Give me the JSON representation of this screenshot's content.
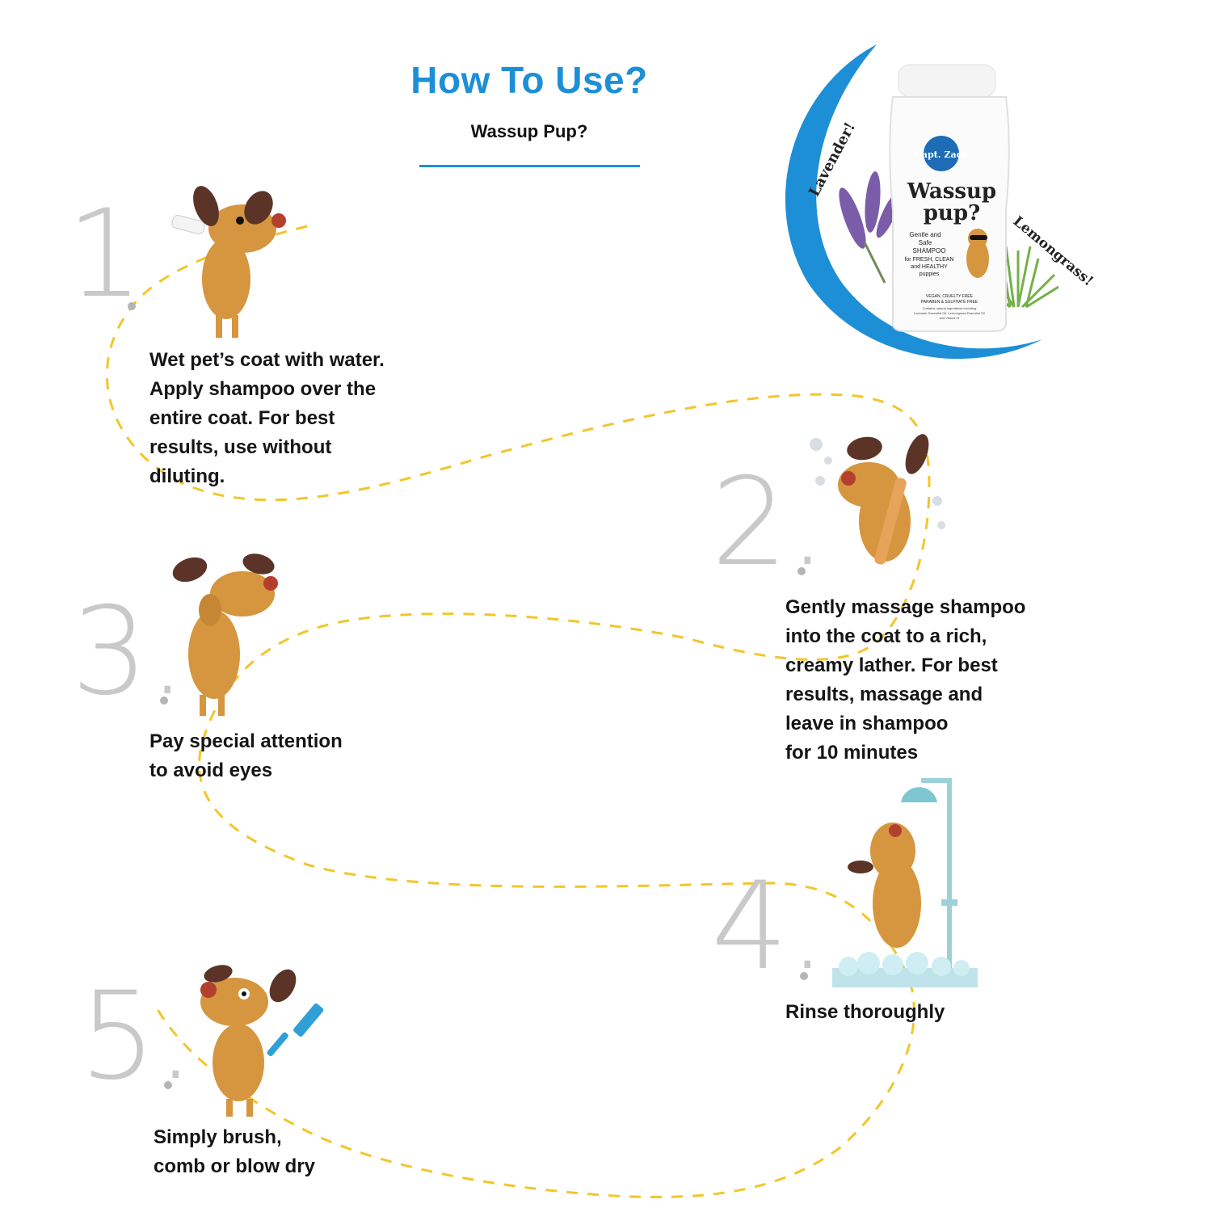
{
  "header": {
    "title": "How To Use?",
    "subtitle": "Wassup Pup?"
  },
  "product": {
    "brand": "Capt. Zack",
    "name_line1": "Wassup",
    "name_line2": "pup?",
    "desc_line1": "Gentle and",
    "desc_line2": "Safe",
    "desc_line3": "SHAMPOO",
    "desc_line4": "for FRESH, CLEAN",
    "desc_line5": "and HEALTHY",
    "desc_line6": "puppies",
    "claims_line1": "VEGAN, CRUELTY FREE",
    "claims_line2": "PARABEN & SULPHATE FREE",
    "ingredients_line1": "Contains natural ingredients including",
    "ingredients_line2": "Lavender Essential Oil, Lemongrass Essential Oil",
    "ingredients_line3": "and Vitamin E",
    "lavender_label": "Lavender!",
    "lemongrass_label": "Lemongrass!"
  },
  "steps": [
    {
      "number": "1",
      "text": "Wet pet’s coat with water.\nApply shampoo over the\nentire coat. For best\nresults, use without\ndiluting."
    },
    {
      "number": "2.",
      "text": "Gently massage shampoo\ninto the coat to a rich,\ncreamy lather. For best\nresults, massage and\nleave in shampoo\nfor 10 minutes"
    },
    {
      "number": "3.",
      "text": "Pay special attention\nto avoid eyes"
    },
    {
      "number": "4.",
      "text": "Rinse thoroughly"
    },
    {
      "number": "5.",
      "text": "Simply brush,\ncomb or blow dry"
    }
  ],
  "colors": {
    "accent": "#1d8fd6",
    "dog_body": "#d6953f",
    "dog_ear": "#5b3427",
    "dog_nose": "#b3402e",
    "path": "#f2c62b",
    "number_grey": "#c9c9c9"
  },
  "icons": [
    "dog-illustration",
    "shampoo-bottle",
    "lavender",
    "lemongrass",
    "shower",
    "comb",
    "bubbles"
  ]
}
